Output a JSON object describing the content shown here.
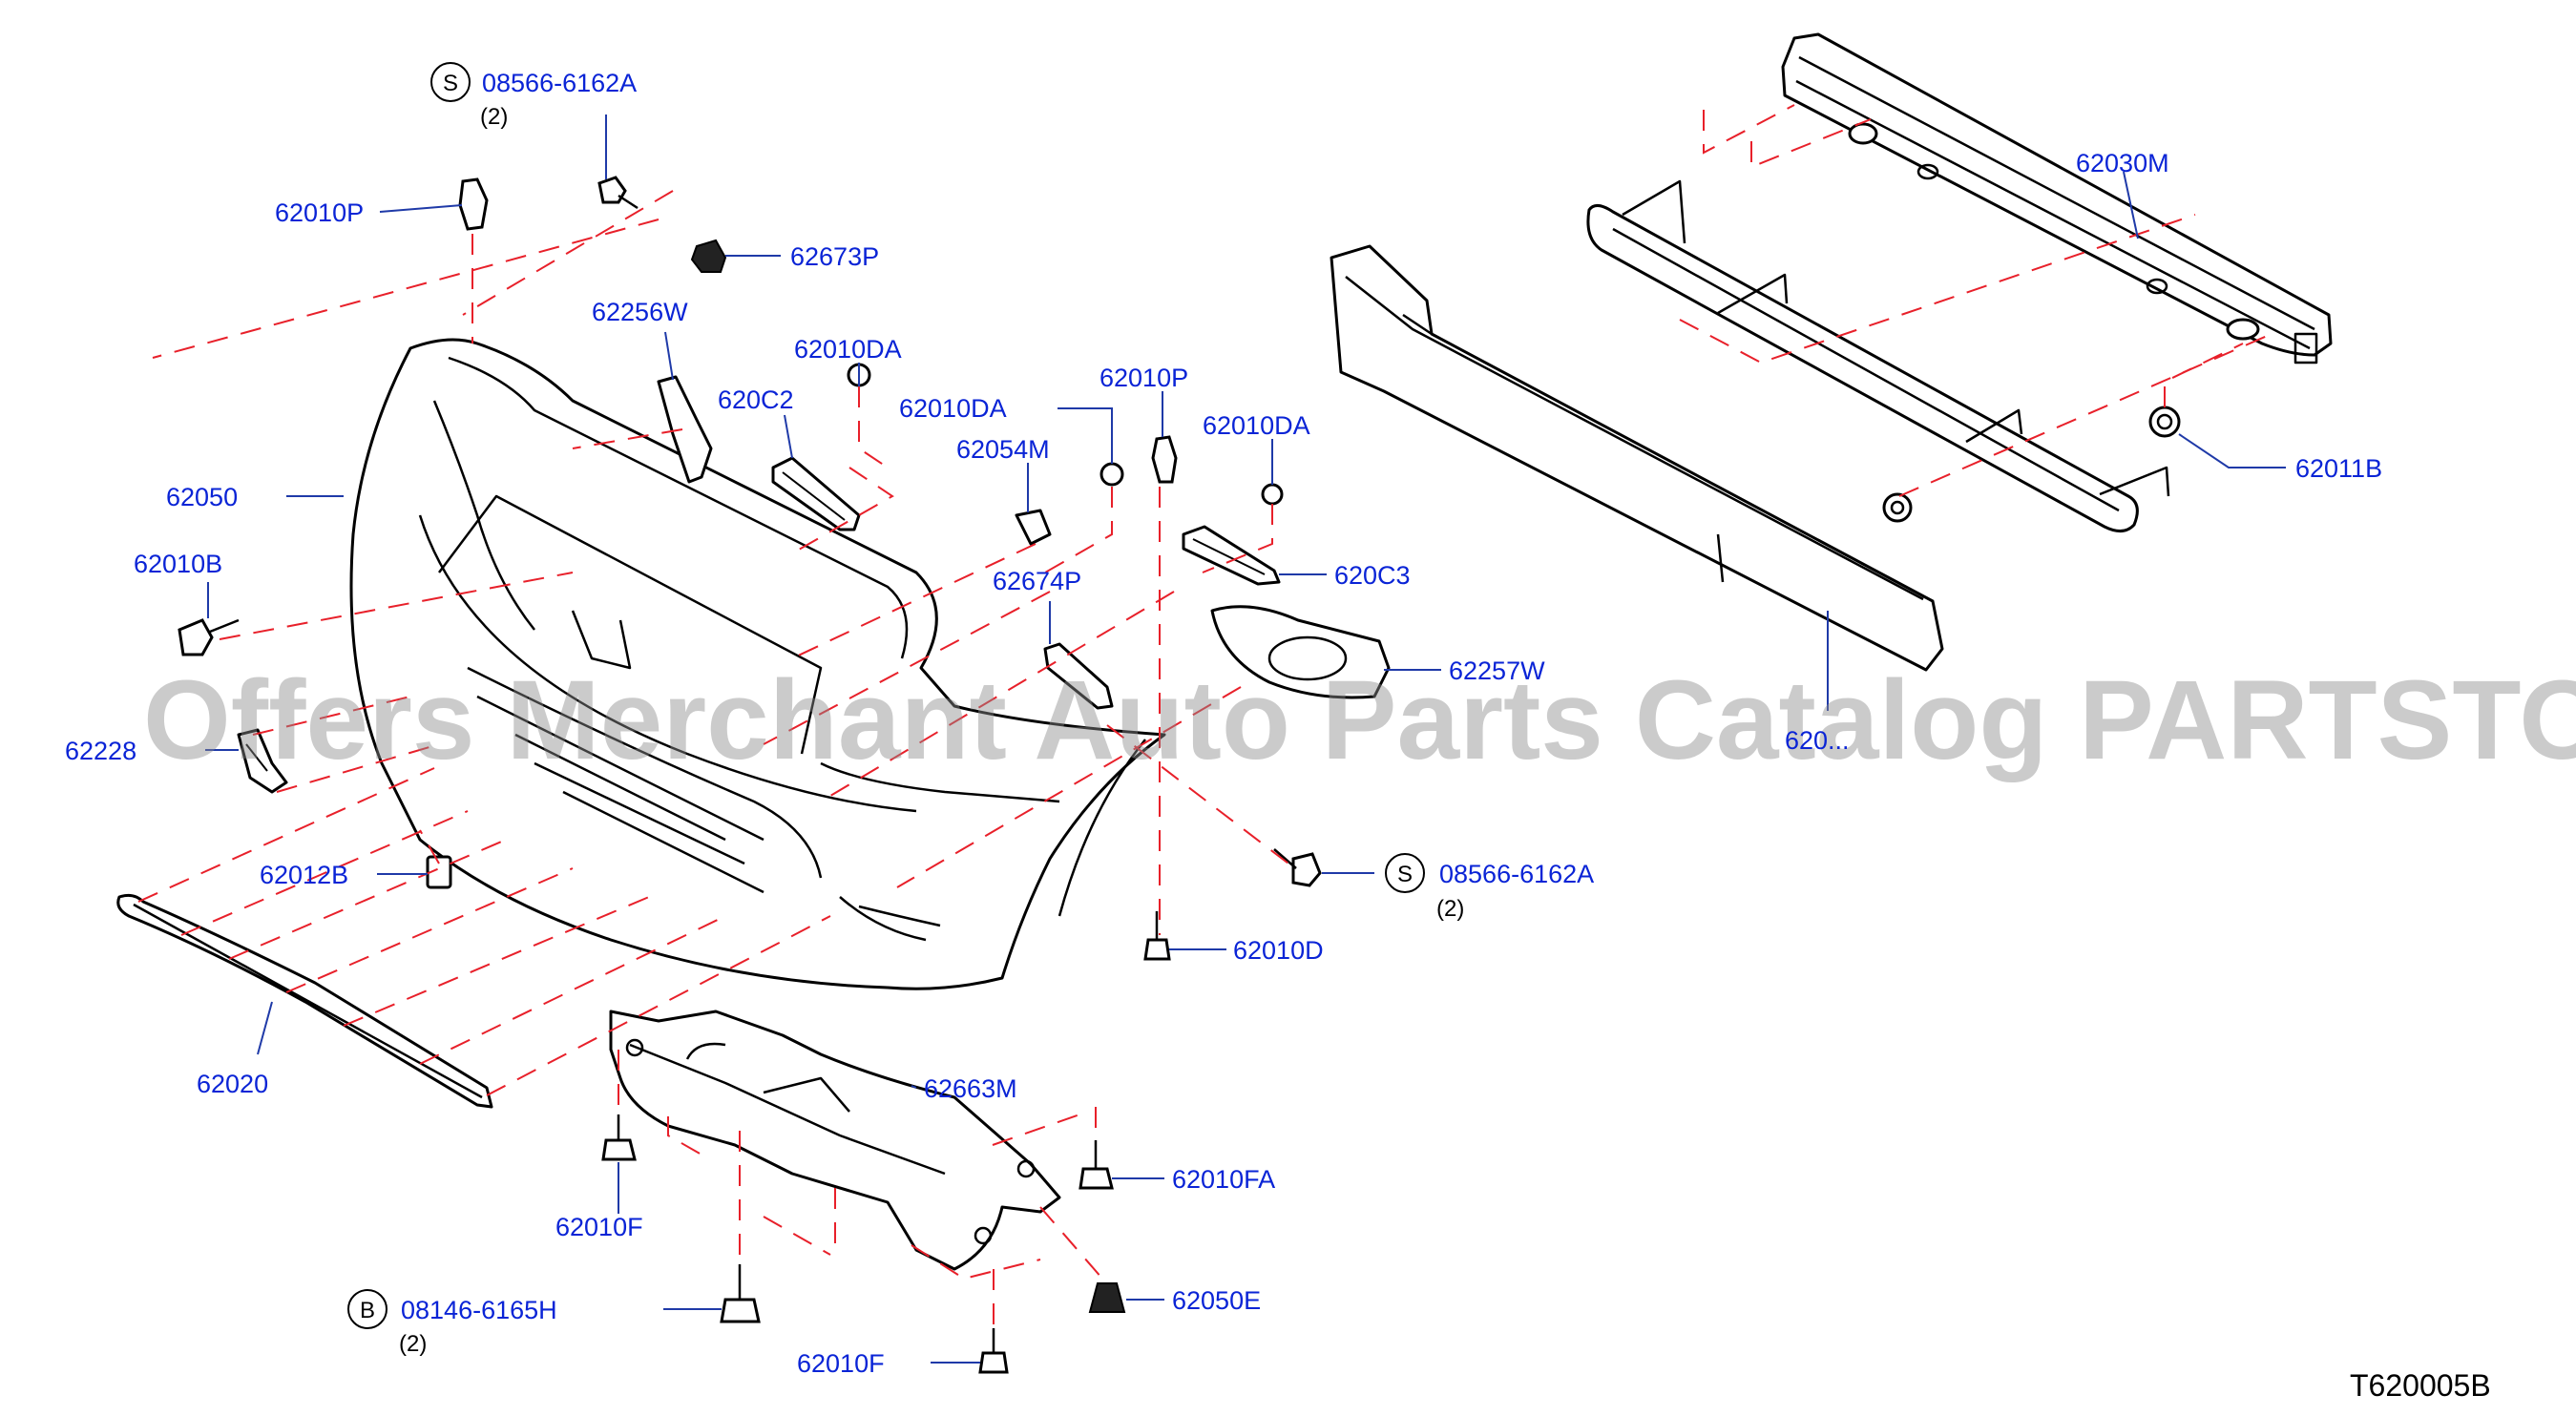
{
  "diagram": {
    "reference_code": "T620005B",
    "watermark": "Offers Merchant Auto Parts Catalog PARTSTORE.SA",
    "colors": {
      "part_label": "#0a24d6",
      "dashed_guide": "#e8202a",
      "leader_line": "#1f3aa8",
      "outline": "#000000"
    },
    "callouts": [
      {
        "id": "s-screw-top",
        "symbol": "S",
        "part_number": "08566-6162A",
        "qty": "(2)"
      },
      {
        "id": "clip-62010P-top",
        "part_number": "62010P"
      },
      {
        "id": "clip-62673P",
        "part_number": "62673P"
      },
      {
        "id": "insert-62256W",
        "part_number": "62256W"
      },
      {
        "id": "clip-62010DA-a",
        "part_number": "62010DA"
      },
      {
        "id": "bracket-620C2",
        "part_number": "620C2"
      },
      {
        "id": "clip-62010DA-b",
        "part_number": "62010DA"
      },
      {
        "id": "clip-62010P-mid",
        "part_number": "62010P"
      },
      {
        "id": "clip-62054M",
        "part_number": "62054M"
      },
      {
        "id": "clip-62010DA-c",
        "part_number": "62010DA"
      },
      {
        "id": "fascia-62050",
        "part_number": "62050"
      },
      {
        "id": "bolt-62010B",
        "part_number": "62010B"
      },
      {
        "id": "bracket-620C3",
        "part_number": "620C3"
      },
      {
        "id": "bracket-62674P",
        "part_number": "62674P"
      },
      {
        "id": "fog-finisher-62257W",
        "part_number": "62257W"
      },
      {
        "id": "bracket-62228",
        "part_number": "62228"
      },
      {
        "id": "nut-62012B",
        "part_number": "62012B"
      },
      {
        "id": "s-screw-side",
        "symbol": "S",
        "part_number": "08566-6162A",
        "qty": "(2)"
      },
      {
        "id": "screw-62010D",
        "part_number": "62010D"
      },
      {
        "id": "spoiler-62020",
        "part_number": "62020"
      },
      {
        "id": "undercover-62663M",
        "part_number": "62663M"
      },
      {
        "id": "screw-62010FA",
        "part_number": "62010FA"
      },
      {
        "id": "screw-62010F-left",
        "part_number": "62010F"
      },
      {
        "id": "b-bolt",
        "symbol": "B",
        "part_number": "08146-6165H",
        "qty": "(2)"
      },
      {
        "id": "clip-62050E",
        "part_number": "62050E"
      },
      {
        "id": "screw-62010F-bottom",
        "part_number": "62010F"
      },
      {
        "id": "reinforcement-62030M",
        "part_number": "62030M"
      },
      {
        "id": "nut-62011B",
        "part_number": "62011B"
      },
      {
        "id": "absorber-620xx",
        "part_number": "620..."
      }
    ]
  }
}
